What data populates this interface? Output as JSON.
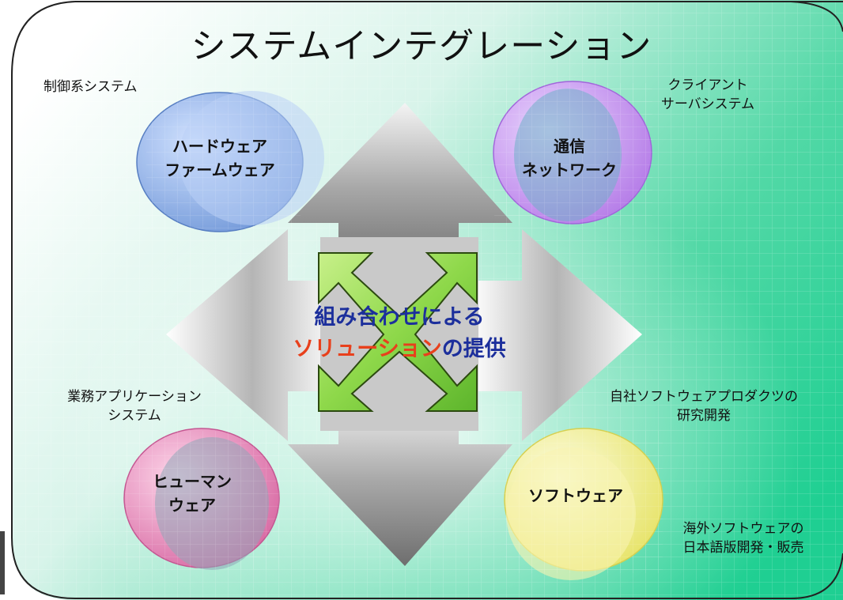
{
  "title": "システムインテグレーション",
  "center": {
    "line1": "組み合わせによる",
    "line2_highlight": "ソリューション",
    "line2_rest": "の提供"
  },
  "cylinders": {
    "hardware": {
      "line1": "ハードウェア",
      "line2": "ファームウェア"
    },
    "network": {
      "line1": "通信",
      "line2": "ネットワーク"
    },
    "humanware": {
      "line1": "ヒューマン",
      "line2": "ウェア"
    },
    "software": {
      "line1": "ソフトウェア"
    }
  },
  "labels": {
    "control": "制御系システム",
    "client_server": {
      "line1": "クライアント",
      "line2": "サーバシステム"
    },
    "business_app": {
      "line1": "業務アプリケーション",
      "line2": "システム"
    },
    "own_products": {
      "line1": "自社ソフトウェアプロダクツの",
      "line2": "研究開発"
    },
    "overseas": {
      "line1": "海外ソフトウェアの",
      "line2": "日本語版開発・販売"
    }
  },
  "colors": {
    "background_green": "#2fd09a",
    "hardware_cylinder": "#7fa8e8",
    "network_cylinder": "#c88ff0",
    "humanware_cylinder": "#e27bb0",
    "software_cylinder": "#f5f08a",
    "center_arrows": "#8ed84a",
    "center_text_blue": "#1c2f9c",
    "center_text_red": "#e8401c"
  }
}
